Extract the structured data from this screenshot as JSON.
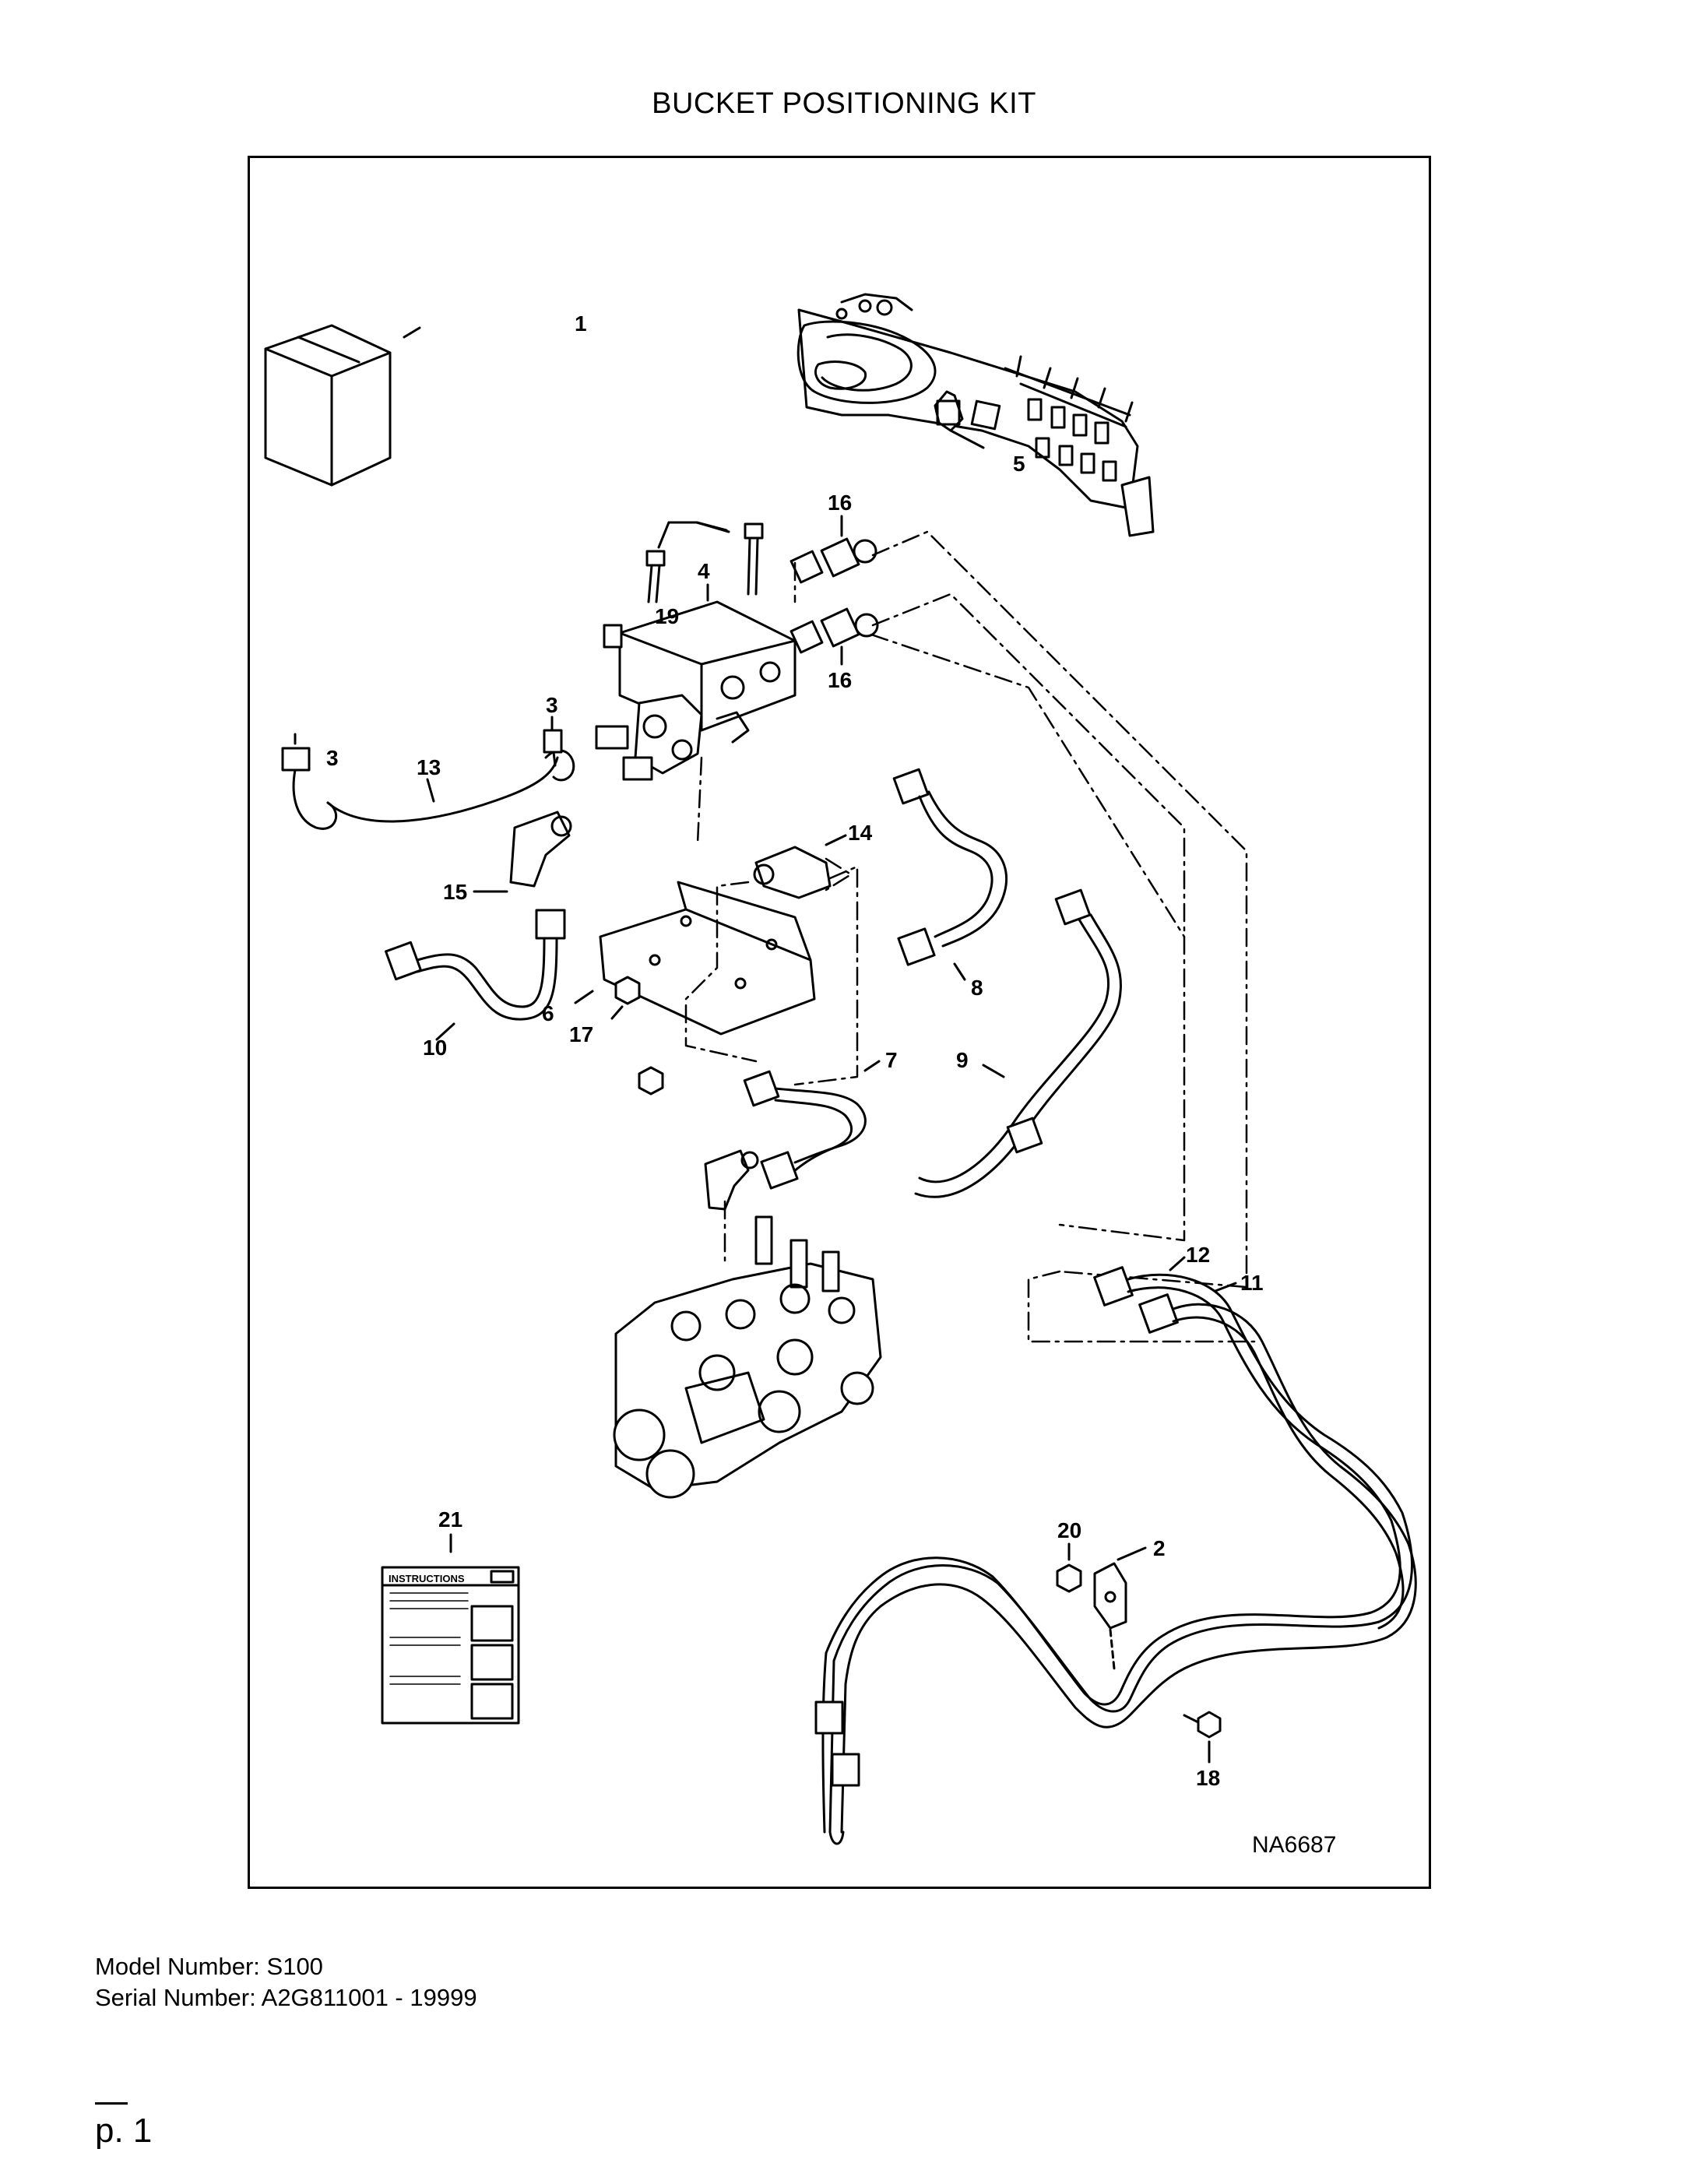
{
  "title": "BUCKET POSITIONING KIT",
  "drawing_number": "NA6687",
  "instructions_label": "INSTRUCTIONS",
  "callouts": [
    "1",
    "2",
    "3",
    "3",
    "4",
    "5",
    "6",
    "7",
    "8",
    "9",
    "10",
    "11",
    "12",
    "13",
    "14",
    "15",
    "16",
    "16",
    "17",
    "18",
    "19",
    "20",
    "21"
  ],
  "footer": {
    "model": "Model Number: S100",
    "serial": "Serial Number: A2G811001 - 19999"
  },
  "page": "p. 1"
}
